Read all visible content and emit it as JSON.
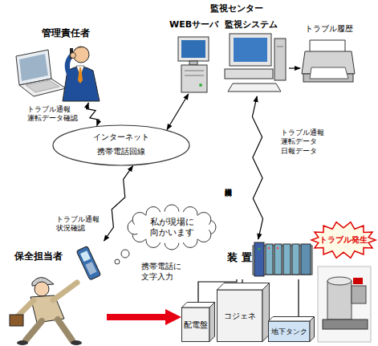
{
  "diagram": {
    "nodes": [
      {
        "text": [
          "管理責任者"
        ]
      },
      {
        "text": [
          "WEBサーバ"
        ]
      },
      {
        "text": [
          "監視システム"
        ]
      },
      {
        "text": [
          "トラブル履歴"
        ]
      },
      {
        "text": [
          "インターネット",
          "携帯電話回線"
        ]
      },
      {
        "text": [
          "私が現場に 向かいます"
        ]
      },
      {
        "text": [
          "保全担当者"
        ]
      },
      {
        "text": [
          "装 置"
        ]
      },
      {
        "text": [
          "トラブル発生"
        ]
      },
      {
        "text": [
          "配電盤"
        ]
      },
      {
        "text": [
          "コジェネ"
        ]
      },
      {
        "text": [
          "地下タンク"
        ]
      }
    ],
    "edges": [
      {
        "from": 0,
        "to": 4,
        "arrow": "both"
      },
      {
        "from": 4,
        "to": 1,
        "arrow": "both"
      },
      {
        "from": 2,
        "to": 3,
        "arrow": "to"
      },
      {
        "from": 2,
        "to": 7,
        "arrow": "both"
      },
      {
        "from": 6,
        "to": 4,
        "arrow": "both"
      },
      {
        "from": 6,
        "to": 9,
        "arrow": "to"
      },
      {
        "from": 7,
        "to": 9,
        "arrow": "none"
      },
      {
        "from": 7,
        "to": 10,
        "arrow": "none"
      },
      {
        "from": 7,
        "to": 11,
        "arrow": "none"
      }
    ],
    "labels": [
      "トラブル通報 運転データ確認",
      "監視センター",
      "トラブル通報 運転データ 日報データ",
      "携帯電話回線",
      "トラブル通報 状況確認",
      "携帯電話に 文字入力"
    ]
  }
}
